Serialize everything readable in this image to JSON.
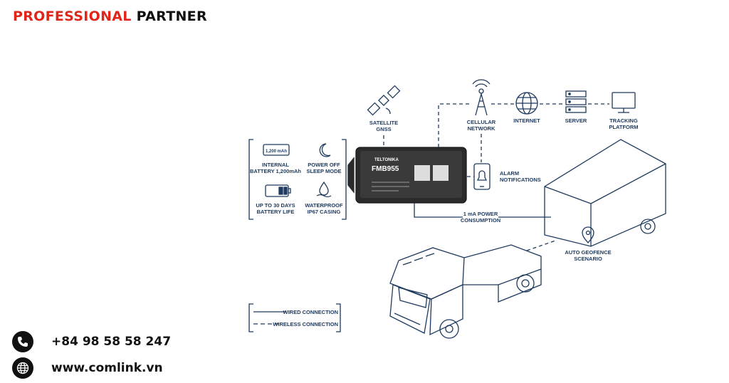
{
  "brand": {
    "part1": "PROFESSIONAL",
    "part2": "PARTNER",
    "accent": "#e0251b"
  },
  "contact": {
    "phone": "+84 98 58 58 247",
    "phone_icon": "phone-icon",
    "website": "www.comlink.vn",
    "website_icon": "globe-icon"
  },
  "diagram": {
    "line_color": "#1e3a5f",
    "features": [
      {
        "icon": "battery-label-icon",
        "badge": "1,200 mAh",
        "line1": "INTERNAL",
        "line2": "BATTERY 1,200mAh"
      },
      {
        "icon": "moon-icon",
        "line1": "POWER OFF",
        "line2": "SLEEP MODE"
      },
      {
        "icon": "battery-icon",
        "line1": "UP TO 30 DAYS",
        "line2": "BATTERY LIFE"
      },
      {
        "icon": "water-drop-icon",
        "line1": "WATERPROOF",
        "line2": "IP67 CASING"
      }
    ],
    "nodes": {
      "satellite": {
        "icon": "satellite-icon",
        "line1": "SATELLITE",
        "line2": "GNSS"
      },
      "cellular": {
        "icon": "cell-tower-icon",
        "line1": "CELLULAR",
        "line2": "NETWORK"
      },
      "internet": {
        "icon": "globe-icon",
        "line1": "INTERNET"
      },
      "server": {
        "icon": "server-icon",
        "line1": "SERVER"
      },
      "platform": {
        "icon": "monitor-icon",
        "line1": "TRACKING",
        "line2": "PLATFORM"
      },
      "alarm": {
        "icon": "phone-alarm-icon",
        "line1": "ALARM",
        "line2": "NOTIFICATIONS"
      },
      "power": {
        "line1": "1 mA POWER",
        "line2": "CONSUMPTION"
      },
      "geofence": {
        "icon": "location-pin-icon",
        "line1": "AUTO GEOFENCE",
        "line2": "SCENARIO"
      }
    },
    "device": {
      "model": "FMB955",
      "brand": "TELTONIKA"
    },
    "legend": {
      "wired": "WIRED CONNECTION",
      "wireless": "WIRELESS CONNECTION"
    }
  }
}
